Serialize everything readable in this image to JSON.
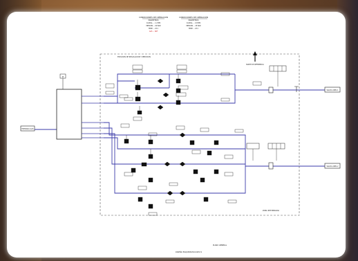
{
  "colors": {
    "signal_line": "#3a3aa8",
    "ink": "#222222",
    "accent_red": "#cc2222",
    "card": "#ffffff"
  },
  "header": {
    "table_left": {
      "lines": [
        "CONDICIONES DE OPERACION",
        "PARAMETROS",
        "CAUDAL ... 1.2 MM",
        "PRESION ... 60 BAR",
        "TEMP ... 25 C",
        "GAS ... NAT"
      ]
    },
    "table_right": {
      "lines": [
        "CONDICIONES DE OPERACION",
        "PARAMETROS",
        "CAUDAL ... 0.8 MM",
        "PRESION ... 45 BAR",
        "TEMP ... 25 C"
      ]
    }
  },
  "diagram": {
    "frame_title": "ESTACION DE REGULACION Y MEDICION",
    "inlet_label": "ENTRADA GAS",
    "outlet_top_label": "SALIDA LINEA 1",
    "outlet_bottom_label": "SALIDA LINEA 2",
    "north_label": "NORTE DE REFERENCIA",
    "top_tag": "PI",
    "frame_note": "ZONA RESTRINGIDA",
    "bottom_note": "PLANO GENERAL",
    "footer": "DISEÑO ESQUEMATICO  REV 0"
  }
}
